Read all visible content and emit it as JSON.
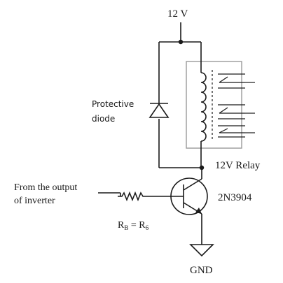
{
  "labels": {
    "supply": "12 V",
    "diode_line1": "Protective",
    "diode_line2": "diode",
    "relay": "12V Relay",
    "input_line1": "From the output",
    "input_line2": "of inverter",
    "transistor": "2N3904",
    "resistor_rb": "R",
    "resistor_rb_sub": "B",
    "resistor_eq": " = R",
    "resistor_r6_sub": "6",
    "ground": "GND"
  },
  "colors": {
    "line": "#1a1a1a",
    "relay_box": "#9a9a9a"
  },
  "icons": {
    "diode": "diode-symbol",
    "coil": "relay-coil-symbol",
    "transistor": "npn-transistor-symbol",
    "resistor": "resistor-zigzag-symbol",
    "ground": "ground-symbol"
  }
}
